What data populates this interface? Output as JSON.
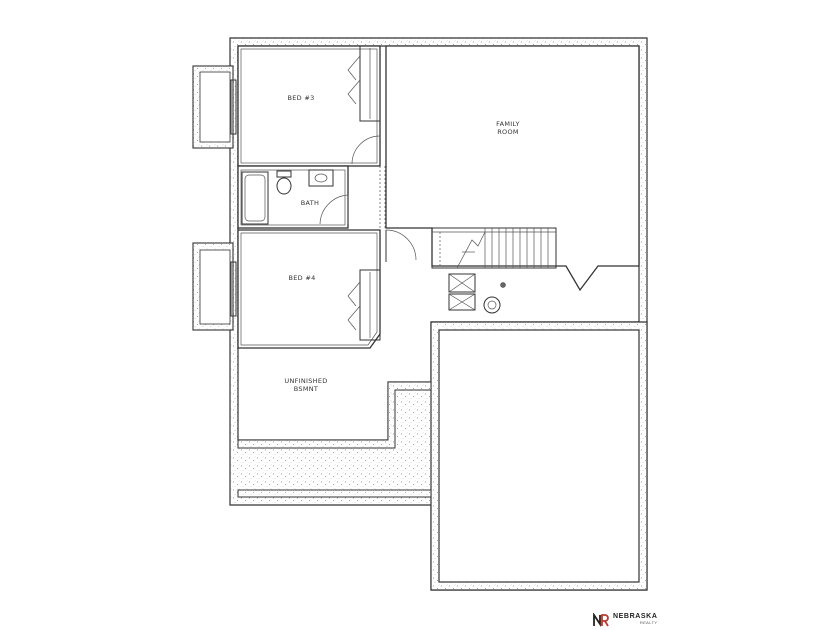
{
  "rooms": {
    "bed3": "BED #3",
    "family_line1": "FAMILY",
    "family_line2": "ROOM",
    "bath": "BATH",
    "bed4": "BED #4",
    "unfinished_line1": "UNFINISHED",
    "unfinished_line2": "BSMNT"
  },
  "brand": {
    "name": "NEBRASKA",
    "sub": "REALTY",
    "mark_color": "#c0392b"
  },
  "colors": {
    "wall_line": "#333333",
    "concrete_dots": "#777777",
    "background": "#ffffff"
  }
}
